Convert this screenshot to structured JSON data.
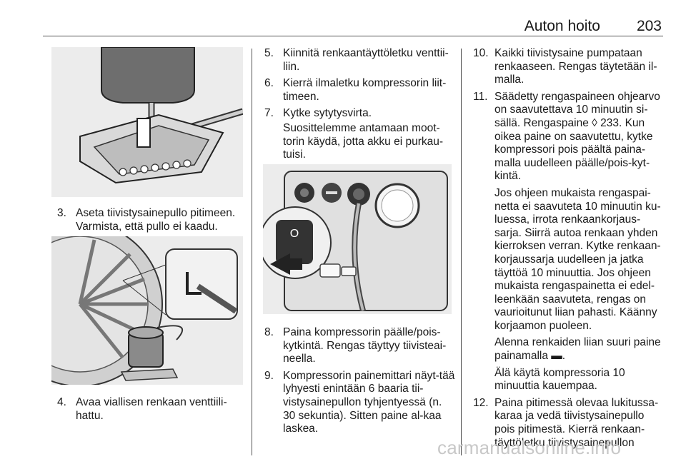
{
  "header": {
    "chapter": "Auton hoito",
    "page_number": "203"
  },
  "column1": {
    "step3": {
      "num": "3.",
      "text": "Aseta tiivistysainepullo pitimeen. Varmista, että pullo ei kaadu."
    },
    "step4": {
      "num": "4.",
      "text": "Avaa viallisen renkaan venttiili-hattu."
    }
  },
  "column2": {
    "step5": {
      "num": "5.",
      "text": "Kiinnitä renkaantäyttöletku venttii-liin."
    },
    "step6": {
      "num": "6.",
      "text": "Kierrä ilmaletku kompressorin liit-timeen."
    },
    "step7": {
      "num": "7.",
      "text": "Kytke sytytysvirta.",
      "note": "Suosittelemme antamaan moot-torin käydä, jotta akku ei purkau-tuisi."
    },
    "step8": {
      "num": "8.",
      "text": "Paina kompressorin päälle/pois-kytkintä. Rengas täyttyy tiivisteai-neella."
    },
    "step9": {
      "num": "9.",
      "text": "Kompressorin painemittari näyt-tää lyhyesti enintään 6 baaria tii-vistysainepullon tyhjentyessä (n. 30 sekuntia). Sitten paine al-kaa laskea."
    }
  },
  "column3": {
    "step10": {
      "num": "10.",
      "text": "Kaikki tiivistysaine pumpataan renkaaseen. Rengas täytetään il-malla."
    },
    "step11": {
      "num": "11.",
      "text": "Säädetty rengaspaineen ohjearvo on saavutettava 10 minuutin si-sällä. Rengaspaine ◊ 233. Kun oikea paine on saavutettu, kytke kompressori pois päältä paina-malla uudelleen päälle/pois-kyt-kintä.",
      "para2": "Jos ohjeen mukaista rengaspai-netta ei saavuteta 10 minuutin ku-luessa, irrota renkaankorjaus-sarja. Siirrä autoa renkaan yhden kierroksen verran. Kytke renkaan-korjaussarja uudelleen ja jatka täyttöä 10 minuuttia. Jos ohjeen mukaista rengaspainetta ei edel-leenkään saavuteta, rengas on vaurioitunut liian pahasti. Käänny korjaamon puoleen.",
      "para3": "Alenna renkaiden liian suuri paine painamalla ▬.",
      "para4": "Älä käytä kompressoria 10 minuuttia kauempaa."
    },
    "step12": {
      "num": "12.",
      "text": "Paina pitimessä olevaa lukitussa-karaa ja vedä tiivistysainepullo pois pitimestä. Kierrä renkaan-täyttöletku tiivistysainepullon"
    }
  },
  "footer": {
    "watermark": "carmanualsonline.info"
  }
}
